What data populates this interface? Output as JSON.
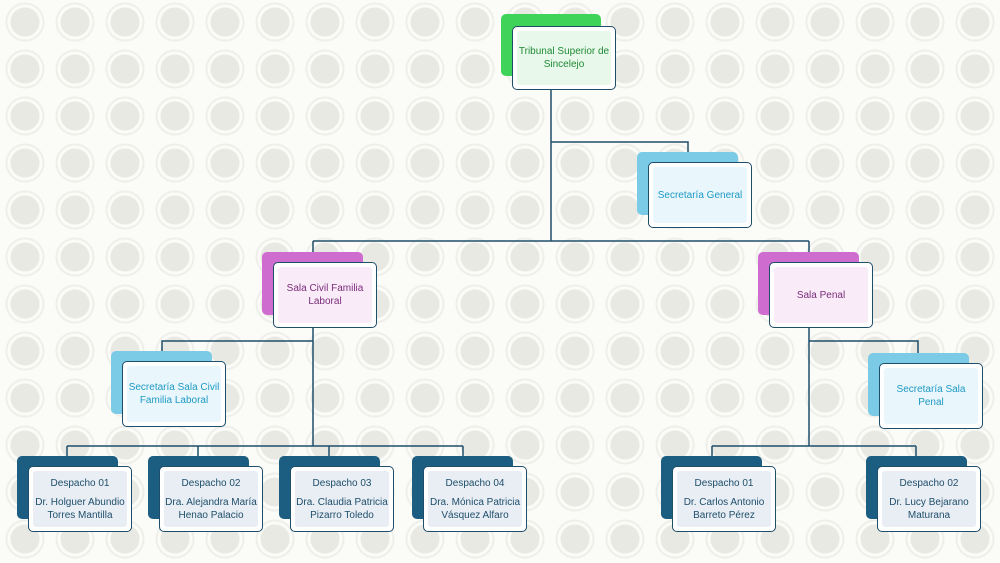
{
  "org_chart": {
    "root": {
      "title": "Tribunal Superior de Sincelejo"
    },
    "secretaria_general": {
      "title": "Secretaría General"
    },
    "sala_civil": {
      "title": "Sala Civil Familia Laboral",
      "secretaria": "Secretaría Sala Civil Familia Laboral",
      "despachos": [
        {
          "title": "Despacho 01",
          "person": "Dr. Holguer Abundio Torres Mantilla"
        },
        {
          "title": "Despacho 02",
          "person": "Dra. Alejandra María Henao Palacio"
        },
        {
          "title": "Despacho 03",
          "person": "Dra. Claudia Patricia Pizarro Toledo"
        },
        {
          "title": "Despacho 04",
          "person": "Dra. Mónica Patricia Vásquez Alfaro"
        }
      ]
    },
    "sala_penal": {
      "title": "Sala Penal",
      "secretaria": "Secretaría Sala Penal",
      "despachos": [
        {
          "title": "Despacho 01",
          "person": "Dr. Carlos Antonio Barreto Pérez"
        },
        {
          "title": "Despacho 02",
          "person": "Dr. Lucy Bejarano Maturana"
        }
      ]
    }
  },
  "colors": {
    "connector": "#1f4e6b",
    "root_accent": "#3fd35a",
    "secretaria_accent": "#7ccbe6",
    "sala_accent": "#cf6cd0",
    "despacho_accent": "#1b5e82"
  }
}
